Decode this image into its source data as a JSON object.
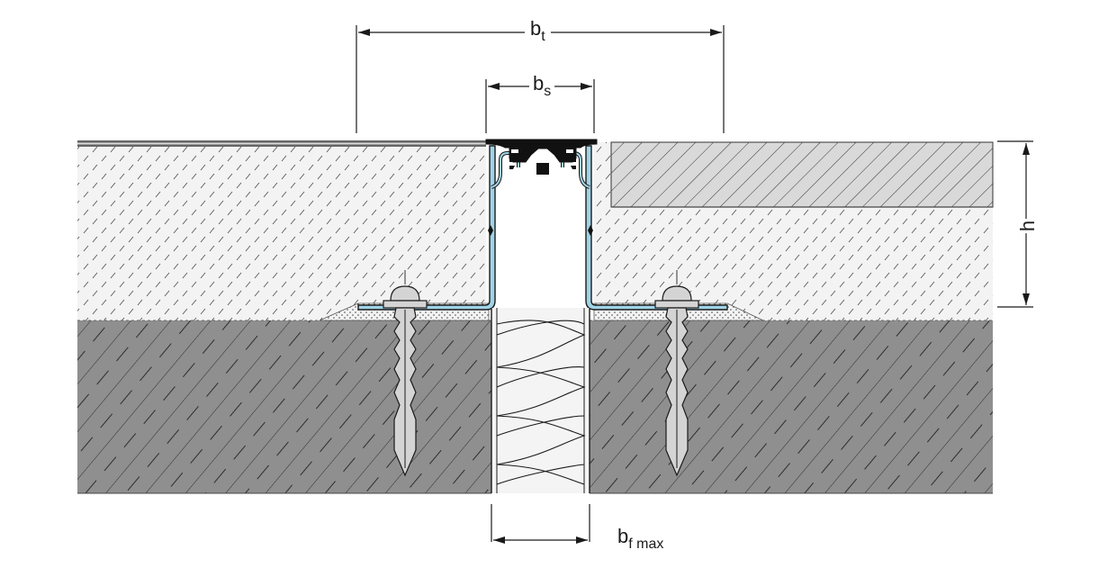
{
  "labels": {
    "bt": {
      "main": "b",
      "sub": "t"
    },
    "bs": {
      "main": "b",
      "sub": "s"
    },
    "bf": {
      "main": "b",
      "sub": "f max"
    },
    "h": {
      "main": "h"
    }
  },
  "colors": {
    "line": "#1a1a1a",
    "screed_fill": "#f3f3f3",
    "tile_fill": "#d9d9d9",
    "concrete_fill": "#8f8f8f",
    "profile_blue": "#9fd3e6",
    "insert_black": "#111111",
    "anchor_fill": "#d4d4d4",
    "filler_fill": "#f4f4f4"
  }
}
